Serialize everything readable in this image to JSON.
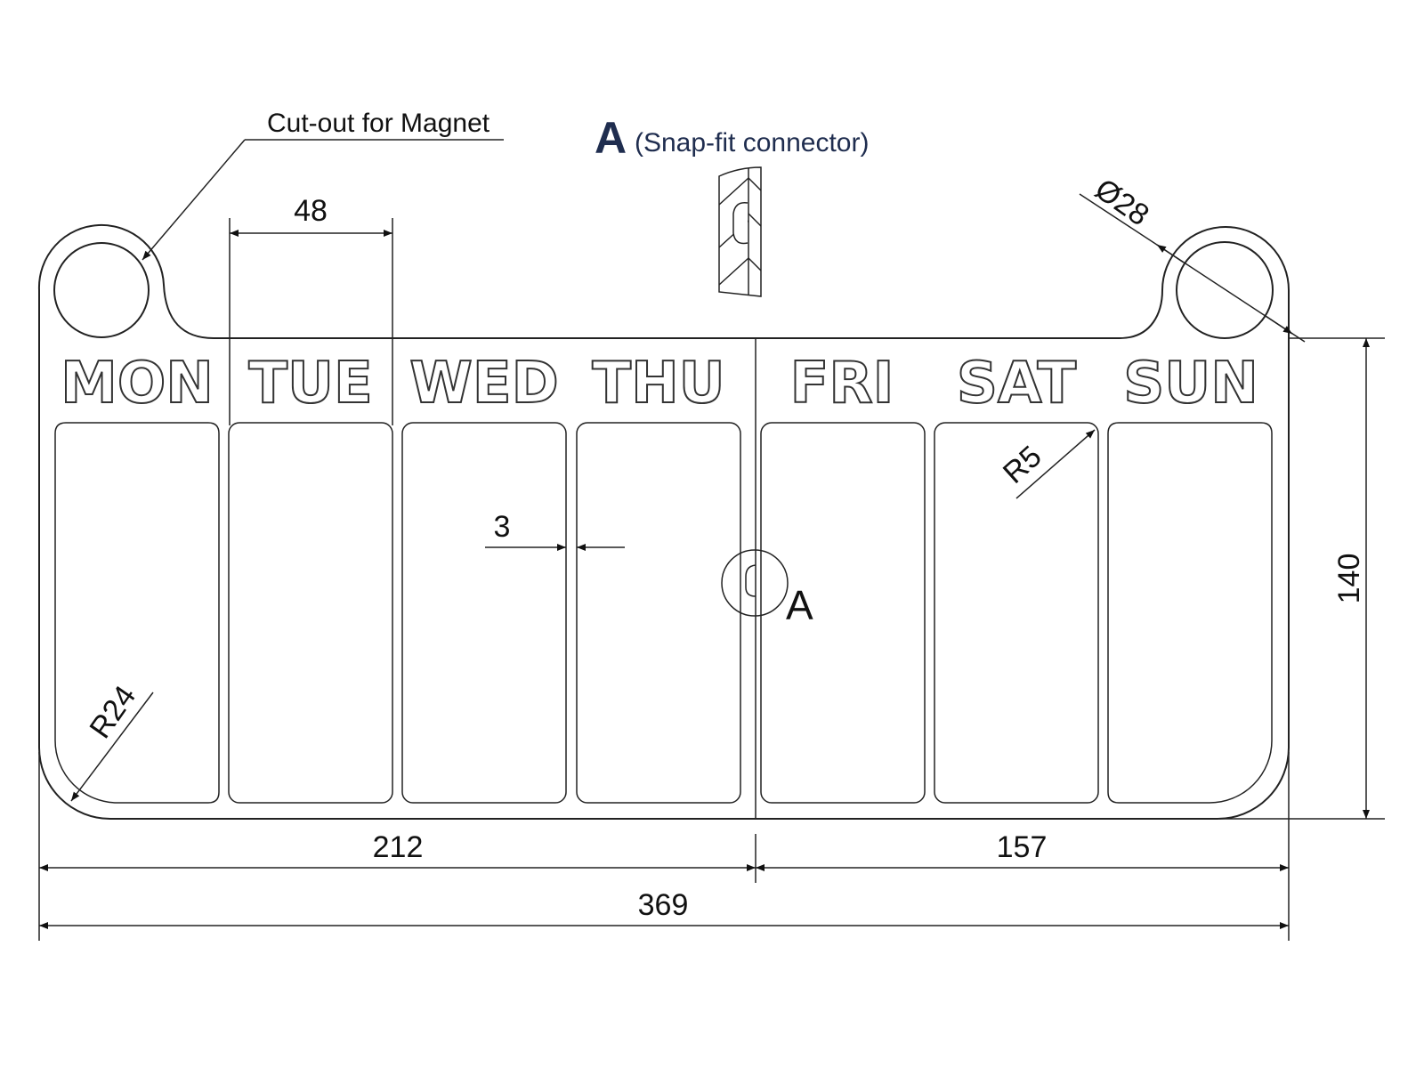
{
  "labels": {
    "magnet_cutout": "Cut-out for Magnet",
    "detail_letter": "A",
    "detail_caption": "(Snap-fit connector)",
    "detail_marker": "A"
  },
  "days": [
    "MON",
    "TUE",
    "WED",
    "THU",
    "FRI",
    "SAT",
    "SUN"
  ],
  "dimensions": {
    "compartment_width": "48",
    "wall_thickness": "3",
    "corner_radius_small": "R5",
    "corner_radius_large": "R24",
    "magnet_diameter": "Ø28",
    "height": "140",
    "left_width": "212",
    "right_width": "157",
    "total_width": "369"
  }
}
